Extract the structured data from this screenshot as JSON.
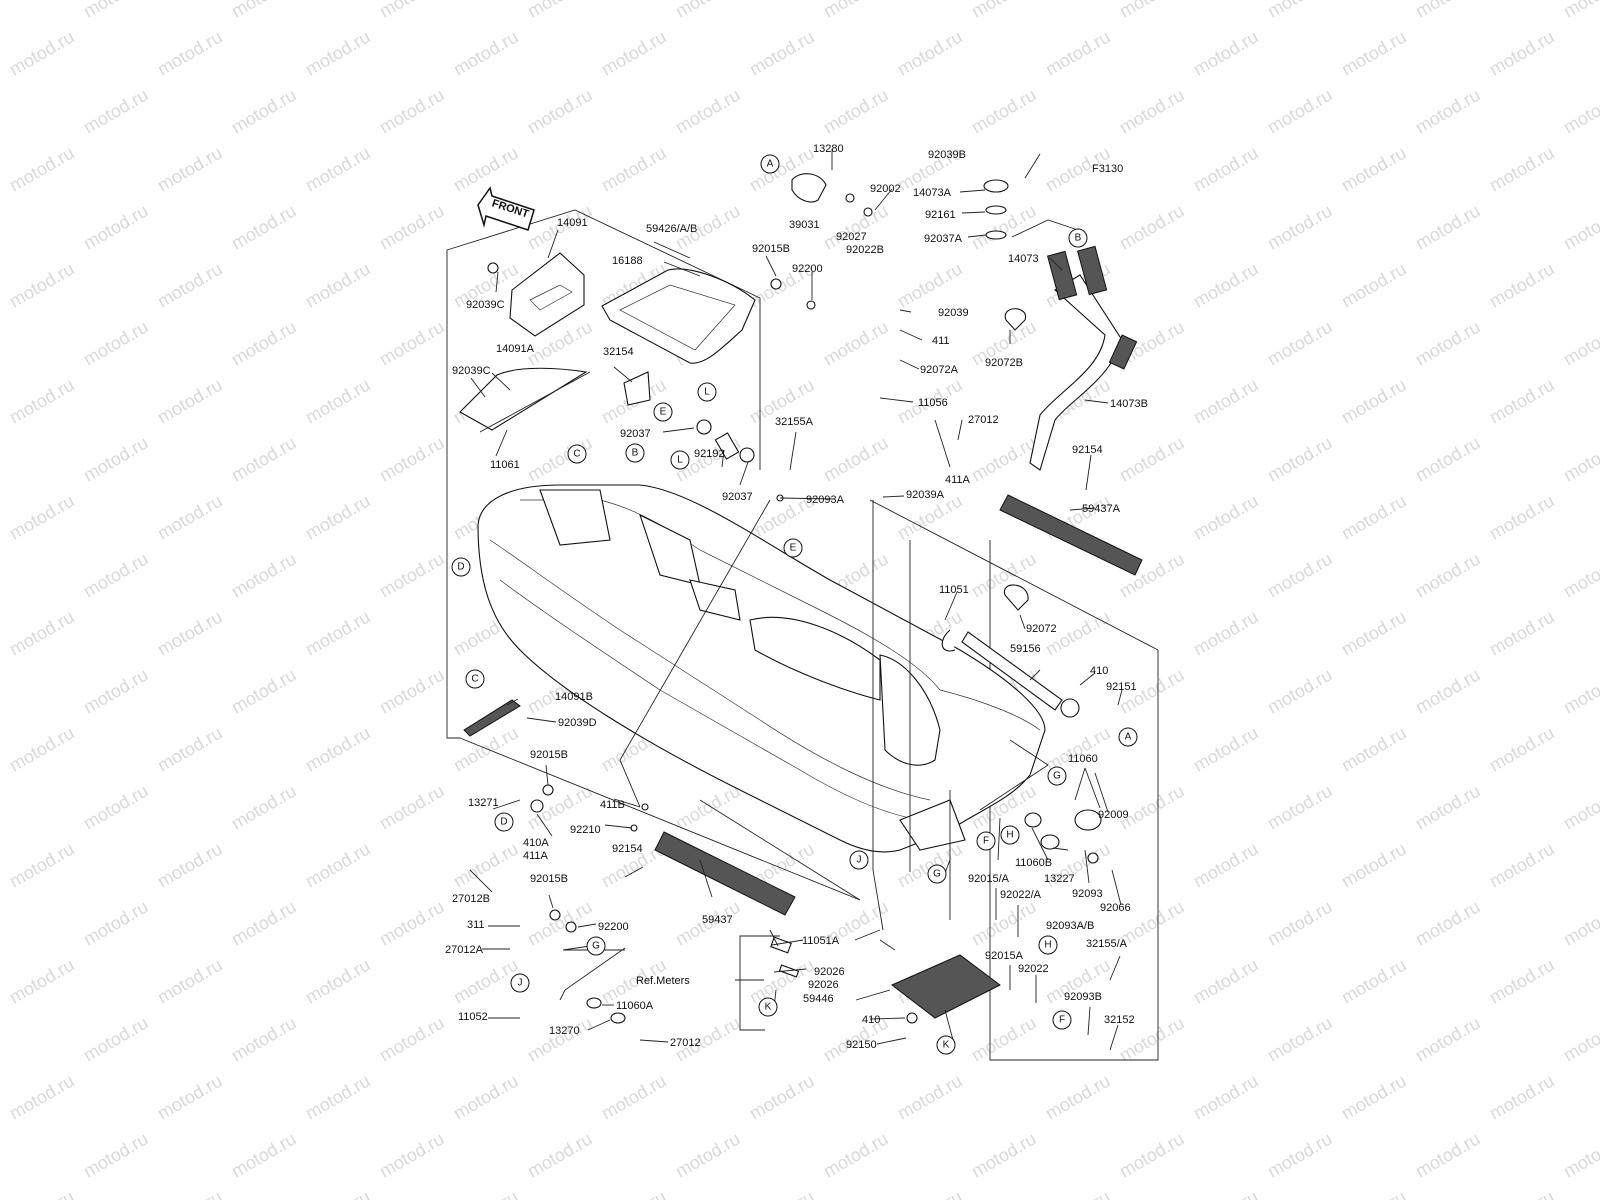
{
  "figure_code": "F3130",
  "front_label": "FRONT",
  "watermark": "motod.ru",
  "part_labels": [
    "92039B",
    "14073A",
    "92161",
    "92037A",
    "14073",
    "92072B",
    "14073B",
    "92154",
    "59437A",
    "13280",
    "92002",
    "39031",
    "92027",
    "92022B",
    "92015B",
    "92200",
    "59426/A/B",
    "16188",
    "14091",
    "92039C",
    "14091A",
    "92039C",
    "11061",
    "32154",
    "92037",
    "92192",
    "92037",
    "32155A",
    "92093A",
    "92039",
    "411",
    "92072A",
    "11056",
    "27012",
    "411A",
    "92039A",
    "11051",
    "92072",
    "59156",
    "410",
    "92151",
    "11060",
    "92009",
    "11060B",
    "13227",
    "92093",
    "92066",
    "92015/A",
    "92022/A",
    "92093A/B",
    "32155/A",
    "92015A",
    "92022",
    "92093B",
    "32152",
    "14091B",
    "92039D",
    "92015B",
    "13271",
    "410A",
    "411A",
    "27012B",
    "411B",
    "92210",
    "92154",
    "59437",
    "92015B",
    "92200",
    "311",
    "27012A",
    "11052",
    "11060A",
    "13270",
    "27012",
    "11051A",
    "92026",
    "92026",
    "Ref.Meters",
    "59446",
    "410",
    "92150"
  ],
  "callouts": [
    "A",
    "A",
    "B",
    "B",
    "C",
    "C",
    "D",
    "D",
    "E",
    "E",
    "F",
    "F",
    "G",
    "G",
    "G",
    "H",
    "H",
    "J",
    "J",
    "K",
    "K",
    "L",
    "L"
  ]
}
